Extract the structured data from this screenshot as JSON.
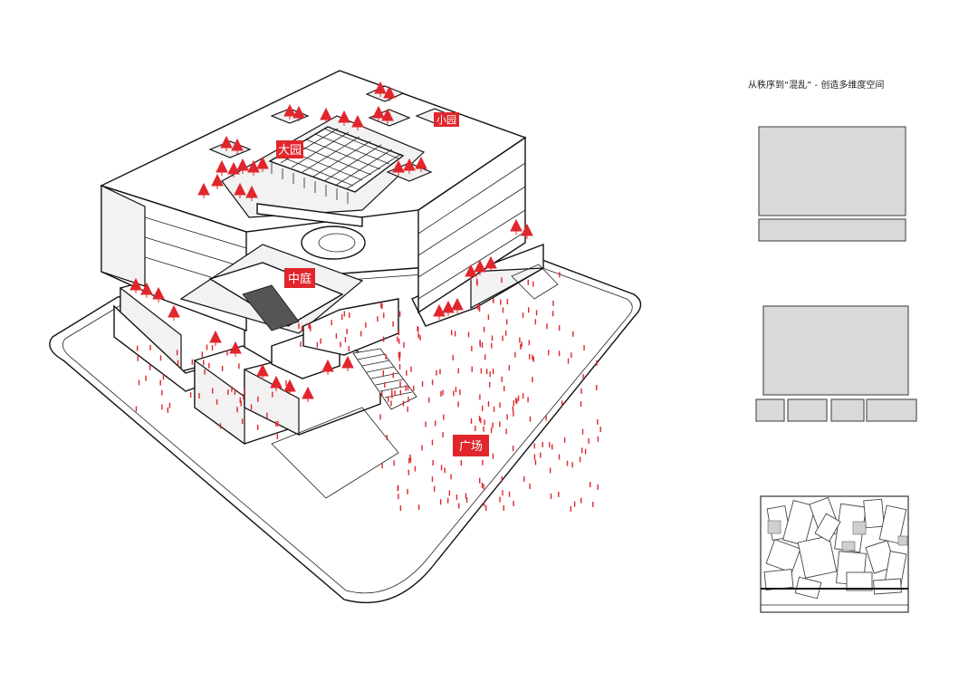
{
  "labels": {
    "big_garden": "大园",
    "small_garden": "小园",
    "courtyard": "中庭",
    "plaza": "广场"
  },
  "caption": "从秩序到“混乱” - 创造多维度空间",
  "colors": {
    "accent": "#e0262c",
    "box_fill": "#d9d9d9",
    "line": "#111111"
  }
}
